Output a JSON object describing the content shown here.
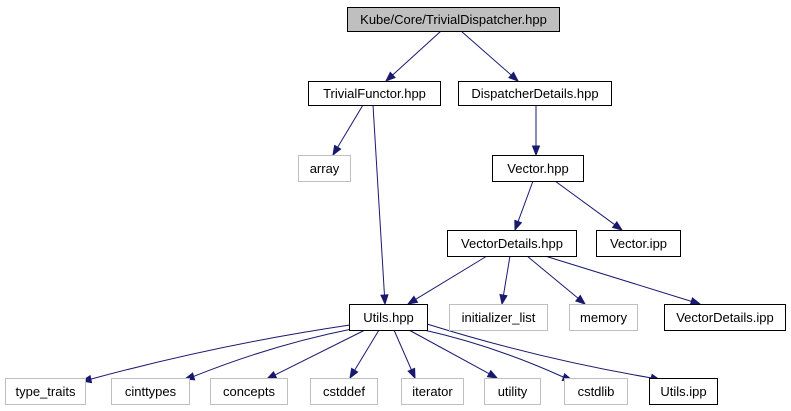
{
  "graph": {
    "nodes": [
      {
        "id": "root",
        "label": "Kube/Core/TrivialDispatcher.hpp",
        "style": "root"
      },
      {
        "id": "trivialfunctor",
        "label": "TrivialFunctor.hpp",
        "style": "normal"
      },
      {
        "id": "dispatcherdetails",
        "label": "DispatcherDetails.hpp",
        "style": "normal"
      },
      {
        "id": "array",
        "label": "array",
        "style": "external"
      },
      {
        "id": "vector",
        "label": "Vector.hpp",
        "style": "normal"
      },
      {
        "id": "vectordetails",
        "label": "VectorDetails.hpp",
        "style": "normal"
      },
      {
        "id": "vectoripp",
        "label": "Vector.ipp",
        "style": "normal"
      },
      {
        "id": "utils",
        "label": "Utils.hpp",
        "style": "normal"
      },
      {
        "id": "initializer_list",
        "label": "initializer_list",
        "style": "external"
      },
      {
        "id": "memory",
        "label": "memory",
        "style": "external"
      },
      {
        "id": "vectordetailsipp",
        "label": "VectorDetails.ipp",
        "style": "normal"
      },
      {
        "id": "type_traits",
        "label": "type_traits",
        "style": "external"
      },
      {
        "id": "cinttypes",
        "label": "cinttypes",
        "style": "external"
      },
      {
        "id": "concepts",
        "label": "concepts",
        "style": "external"
      },
      {
        "id": "cstddef",
        "label": "cstddef",
        "style": "external"
      },
      {
        "id": "iterator",
        "label": "iterator",
        "style": "external"
      },
      {
        "id": "utility",
        "label": "utility",
        "style": "external"
      },
      {
        "id": "cstdlib",
        "label": "cstdlib",
        "style": "external"
      },
      {
        "id": "utilsipp",
        "label": "Utils.ipp",
        "style": "normal"
      }
    ],
    "edges": [
      {
        "from": "root",
        "to": "trivialfunctor"
      },
      {
        "from": "root",
        "to": "dispatcherdetails"
      },
      {
        "from": "trivialfunctor",
        "to": "array"
      },
      {
        "from": "trivialfunctor",
        "to": "utils"
      },
      {
        "from": "dispatcherdetails",
        "to": "vector"
      },
      {
        "from": "vector",
        "to": "vectordetails"
      },
      {
        "from": "vector",
        "to": "vectoripp"
      },
      {
        "from": "vectordetails",
        "to": "utils"
      },
      {
        "from": "vectordetails",
        "to": "initializer_list"
      },
      {
        "from": "vectordetails",
        "to": "memory"
      },
      {
        "from": "vectordetails",
        "to": "vectordetailsipp"
      },
      {
        "from": "utils",
        "to": "type_traits"
      },
      {
        "from": "utils",
        "to": "cinttypes"
      },
      {
        "from": "utils",
        "to": "concepts"
      },
      {
        "from": "utils",
        "to": "cstddef"
      },
      {
        "from": "utils",
        "to": "iterator"
      },
      {
        "from": "utils",
        "to": "utility"
      },
      {
        "from": "utils",
        "to": "cstdlib"
      },
      {
        "from": "utils",
        "to": "utilsipp"
      }
    ]
  },
  "colors": {
    "edge": "#191970",
    "normal_border": "#000000",
    "external_border": "#bfbfbf",
    "root_fill": "#bfbfbf",
    "normal_fill": "#ffffff",
    "text": "#000000",
    "external_text": "#000000"
  }
}
